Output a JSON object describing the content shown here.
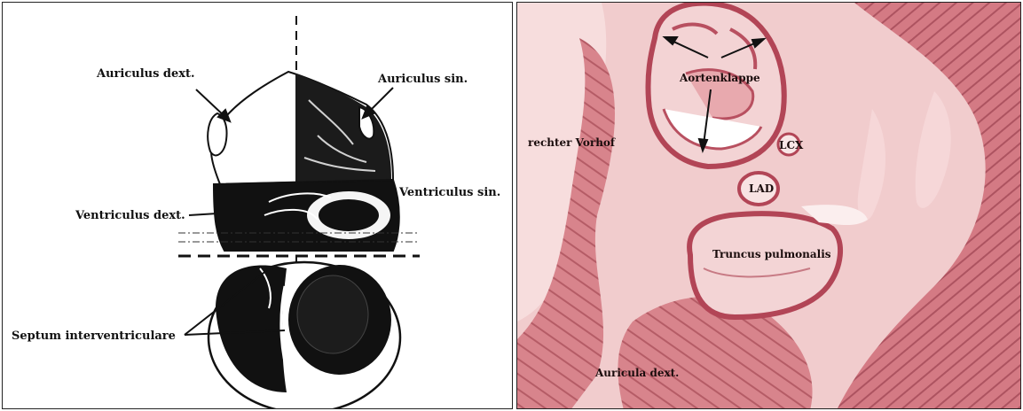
{
  "left_panel": {
    "labels": {
      "auriculus_dext": "Auriculus dext.",
      "auriculus_sin": "Auriculus sin.",
      "ventriculus_sin": "Ventriculus sin.",
      "ventriculus_dext": "Ventriculus dext.",
      "septum": "Septum interventriculare"
    }
  },
  "right_panel": {
    "labels": {
      "aortenklappe": "Aortenklappe",
      "rechter_vorhof": "rechter Vorhof",
      "lcx": "LCX",
      "lad": "LAD",
      "truncus_pulmonalis": "Truncus pulmonalis",
      "auricula_dext": "Auricula dext."
    }
  },
  "colors": {
    "tissue": "#c66a73",
    "tissue_dark": "#a8424f",
    "background_pink": "#f0c8c9",
    "ink": "#111111"
  }
}
